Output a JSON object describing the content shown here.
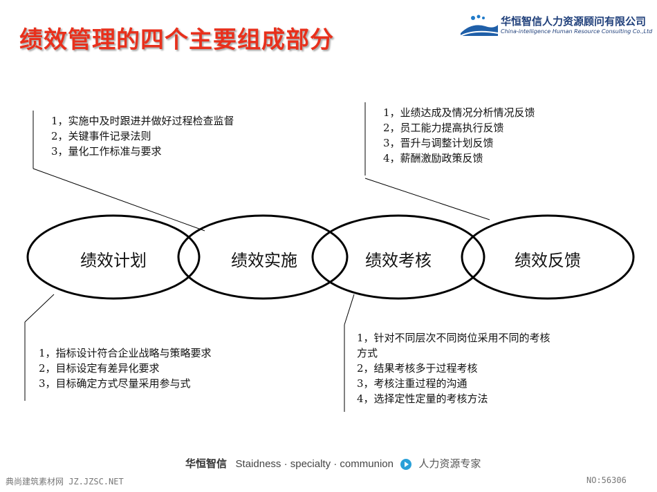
{
  "title": "绩效管理的四个主要组成部分",
  "logo": {
    "name_cn": "华恒智信人力资源顾问有限公司",
    "name_en": "China-intelligence Human Resource Consulting Co.,Ltd"
  },
  "stages": [
    {
      "label": "绩效计划"
    },
    {
      "label": "绩效实施"
    },
    {
      "label": "绩效考核"
    },
    {
      "label": "绩效反馈"
    }
  ],
  "notes": {
    "implementation": [
      "1，实施中及时跟进并做好过程检查监督",
      "2，关键事件记录法则",
      "3，量化工作标准与要求"
    ],
    "feedback": [
      "1，业绩达成及情况分析情况反馈",
      "2，员工能力提高执行反馈",
      "3，晋升与调整计划反馈",
      "4，薪酬激励政策反馈"
    ],
    "planning": [
      "1，指标设计符合企业战略与策略要求",
      "2，目标设定有差异化要求",
      "3，目标确定方式尽量采用参与式"
    ],
    "assessment": [
      "1，针对不同层次不同岗位采用不同的考核",
      "方式",
      "2，结果考核多于过程考核",
      "3，考核注重过程的沟通",
      "4，选择定性定量的考核方法"
    ]
  },
  "footer": {
    "brand": "华恒智信",
    "slogan": "Staidness · specialty · communion",
    "tagline": "人力资源专家"
  },
  "watermark": {
    "left": "典尚建筑素材网 JZ.JZSC.NET",
    "right": "NO:56306"
  },
  "colors": {
    "title": "#e8301c",
    "logo": "#1f3f7a",
    "play": "#2aa0d8"
  }
}
